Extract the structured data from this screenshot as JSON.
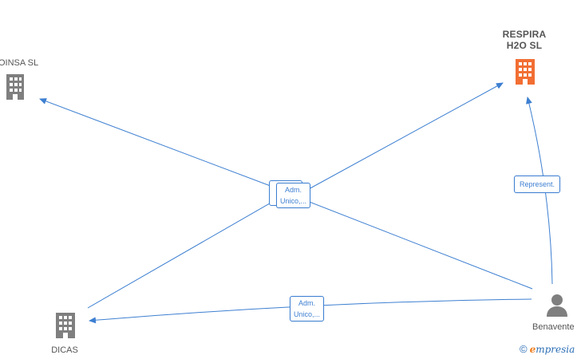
{
  "colors": {
    "edge": "#3d7fd1",
    "company_icon": "#7f7f7f",
    "company_icon_highlight": "#f26e33",
    "person_icon": "#7f7f7f"
  },
  "nodes": {
    "oinsa": {
      "name": "OINSA  SL",
      "icon": "building-icon"
    },
    "respira": {
      "name_line1": "RESPIRA",
      "name_line2": "H2O  SL",
      "icon": "building-icon"
    },
    "dicas": {
      "name": "DICAS",
      "icon": "building-icon"
    },
    "benavente": {
      "name": "Benavente",
      "icon": "person-icon"
    }
  },
  "edge_labels": {
    "center": {
      "line1": "Adm.",
      "line2": "Unico,..."
    },
    "bottom": {
      "line1": "Adm.",
      "line2": "Unico,..."
    },
    "represent": {
      "text": "Represent."
    }
  },
  "footer": {
    "copyright": "©",
    "brand_e": "e",
    "brand_rest": "mpresia"
  }
}
